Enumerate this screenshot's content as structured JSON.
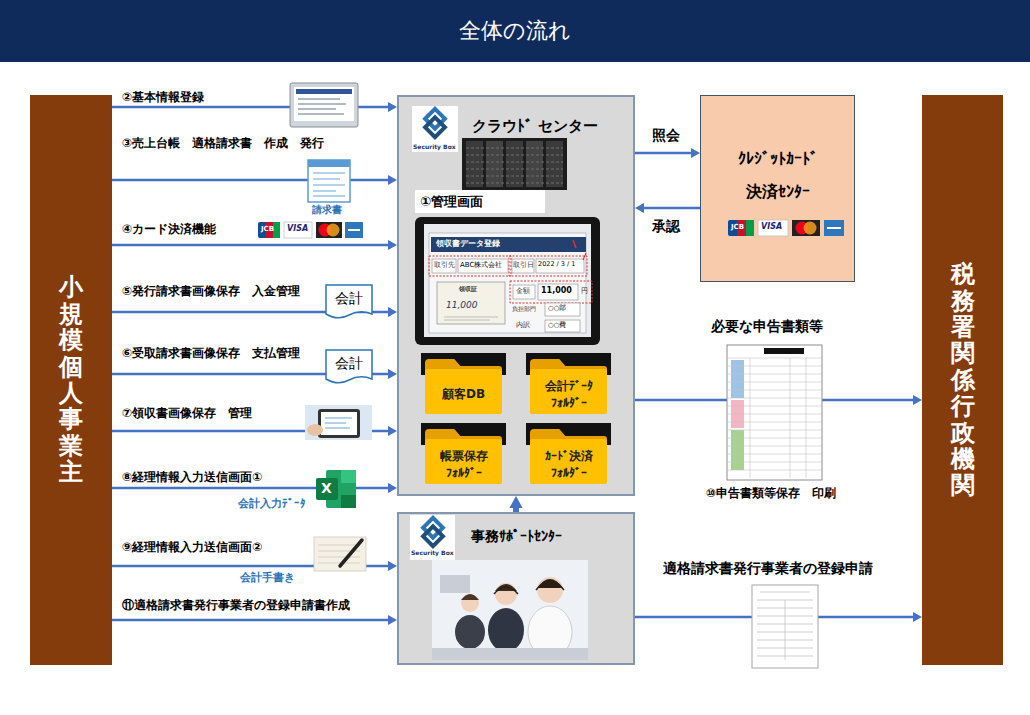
{
  "diagram": {
    "title": "全体の流れ",
    "nodes": [
      {
        "text": [
          "小規模　個人事業主"
        ]
      },
      {
        "text": [
          "クラウﾄﾞ センター"
        ]
      },
      {
        "text": [
          "顧客DB"
        ],
        "in": 1
      },
      {
        "text": [
          "会計ﾃﾞｰﾀ ﾌｫﾙﾀﾞｰ"
        ],
        "in": 1
      },
      {
        "text": [
          "帳票保存 ﾌｫﾙﾀﾞｰ"
        ],
        "in": 1
      },
      {
        "text": [
          "ｶｰﾄﾞ決済 ﾌｫﾙﾀﾞｰ"
        ],
        "in": 1
      },
      {
        "text": [
          "ｸﾚｼﾞｯﾄｶｰﾄﾞ 決済ｾﾝﾀｰ"
        ]
      },
      {
        "text": [
          "事務ｻﾎﾟｰﾄｾﾝﾀｰ"
        ]
      },
      {
        "text": [
          "税務署　関係行政機関"
        ]
      }
    ],
    "edges": [
      {
        "from": 0,
        "to": 1,
        "arrow": "to",
        "label": "②基本情報登録"
      },
      {
        "from": 0,
        "to": 1,
        "arrow": "to",
        "label": "③売上台帳　適格請求書　作成　発行"
      },
      {
        "from": 0,
        "to": 1,
        "arrow": "to",
        "label": "④カード決済機能"
      },
      {
        "from": 0,
        "to": 1,
        "arrow": "to",
        "label": "⑤発行請求書画像保存　入金管理"
      },
      {
        "from": 0,
        "to": 1,
        "arrow": "to",
        "label": "⑥受取請求書画像保存　支払管理"
      },
      {
        "from": 0,
        "to": 1,
        "arrow": "to",
        "label": "⑦領収書画像保存　管理"
      },
      {
        "from": 0,
        "to": 1,
        "arrow": "to",
        "label": "⑧経理情報入力送信画面①"
      },
      {
        "from": 0,
        "to": 7,
        "arrow": "to",
        "label": "⑨経理情報入力送信画面②"
      },
      {
        "from": 0,
        "to": 7,
        "arrow": "to",
        "label": "⑪適格請求書発行事業者の登録申請書作成"
      },
      {
        "from": 1,
        "to": 6,
        "arrow": "to",
        "label": "照会"
      },
      {
        "from": 6,
        "to": 1,
        "arrow": "to",
        "label": "承認"
      },
      {
        "from": 7,
        "to": 1,
        "arrow": "to"
      },
      {
        "from": 1,
        "to": 8,
        "arrow": "to",
        "label": "必要な申告書類等"
      },
      {
        "from": 7,
        "to": 8,
        "arrow": "to",
        "label": "適格請求書発行事業者の登録申請"
      }
    ],
    "labels": [
      "Security Box",
      "①管理画面",
      "領収書データ登録",
      "取引先",
      "ABC株式会社",
      "取引日",
      "2022 / 3 / 1",
      "領収証",
      "11,000",
      "金額",
      "11,000",
      "円",
      "負担部門",
      "○○部",
      "内訳",
      "○○費",
      "JCB",
      "VISA",
      "JCB",
      "VISA",
      "請求書",
      "会計",
      "会計",
      "X",
      "会計入力ﾃﾞｰﾀ",
      "会計手書き",
      "Security Box",
      "⑩申告書類等保存　印刷"
    ]
  }
}
